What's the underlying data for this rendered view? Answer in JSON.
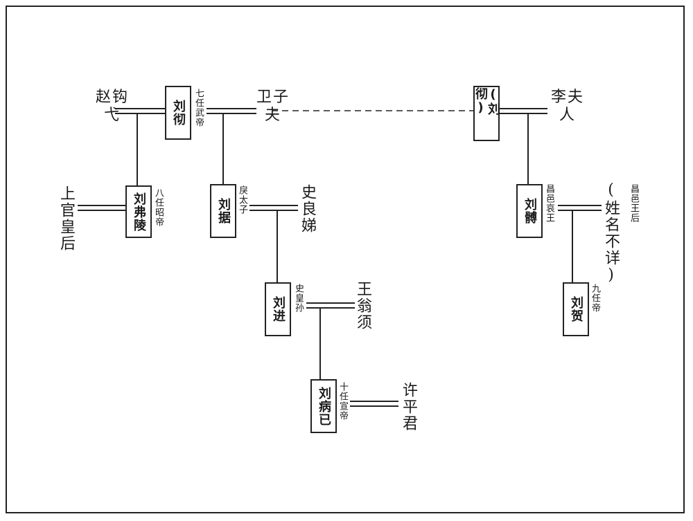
{
  "people": {
    "liu_che": {
      "name": "刘彻",
      "title": "七任武帝"
    },
    "liu_che_dup": {
      "name": "(刘彻)"
    },
    "zhao_gouyi": {
      "name": "赵钩弋"
    },
    "wei_zifu": {
      "name": "卫子夫"
    },
    "li_furen": {
      "name": "李夫人"
    },
    "liu_fuling": {
      "name": "刘弗陵",
      "title": "八任昭帝"
    },
    "shangguan": {
      "name": "上官皇后"
    },
    "liu_ju": {
      "name": "刘据",
      "title": "戾太子"
    },
    "shi_liangdi": {
      "name": "史良娣"
    },
    "liu_bo": {
      "name": "刘髆",
      "title": "昌邑哀王"
    },
    "changyi_wife": {
      "title": "昌邑王后",
      "name": "(姓名不详)"
    },
    "liu_jin": {
      "name": "刘进",
      "title": "史皇孙"
    },
    "wang_wengxu": {
      "name": "王翁须"
    },
    "liu_he": {
      "name": "刘贺",
      "title": "九任帝"
    },
    "liu_bingyi": {
      "name": "刘病已",
      "title": "十任宣帝"
    },
    "xu_pingjun": {
      "name": "许平君"
    }
  }
}
